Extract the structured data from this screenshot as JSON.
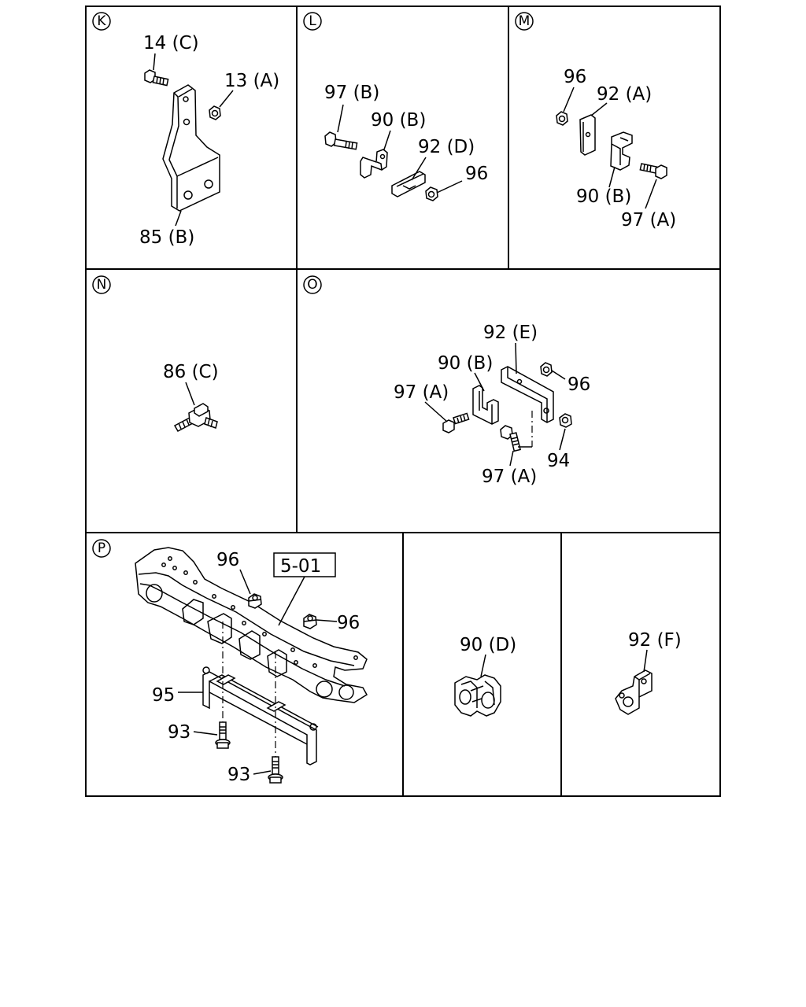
{
  "panels": {
    "K": {
      "letter": "K",
      "labels": [
        "14 (C)",
        "13 (A)",
        "85 (B)"
      ]
    },
    "L": {
      "letter": "L",
      "labels": [
        "97 (B)",
        "90 (B)",
        "92 (D)",
        "96"
      ]
    },
    "M": {
      "letter": "M",
      "labels": [
        "96",
        "92 (A)",
        "90 (B)",
        "97 (A)"
      ]
    },
    "N": {
      "letter": "N",
      "labels": [
        "86 (C)"
      ]
    },
    "O": {
      "letter": "O",
      "labels": [
        "92 (E)",
        "90 (B)",
        "96",
        "97 (A)",
        "97 (A)",
        "94"
      ]
    },
    "P": {
      "letter": "P",
      "labels": [
        "96",
        "96",
        "95",
        "93",
        "93"
      ],
      "ref_box": "5-01"
    },
    "Q": {
      "labels": [
        "90 (D)"
      ]
    },
    "R": {
      "labels": [
        "92 (F)"
      ]
    }
  }
}
